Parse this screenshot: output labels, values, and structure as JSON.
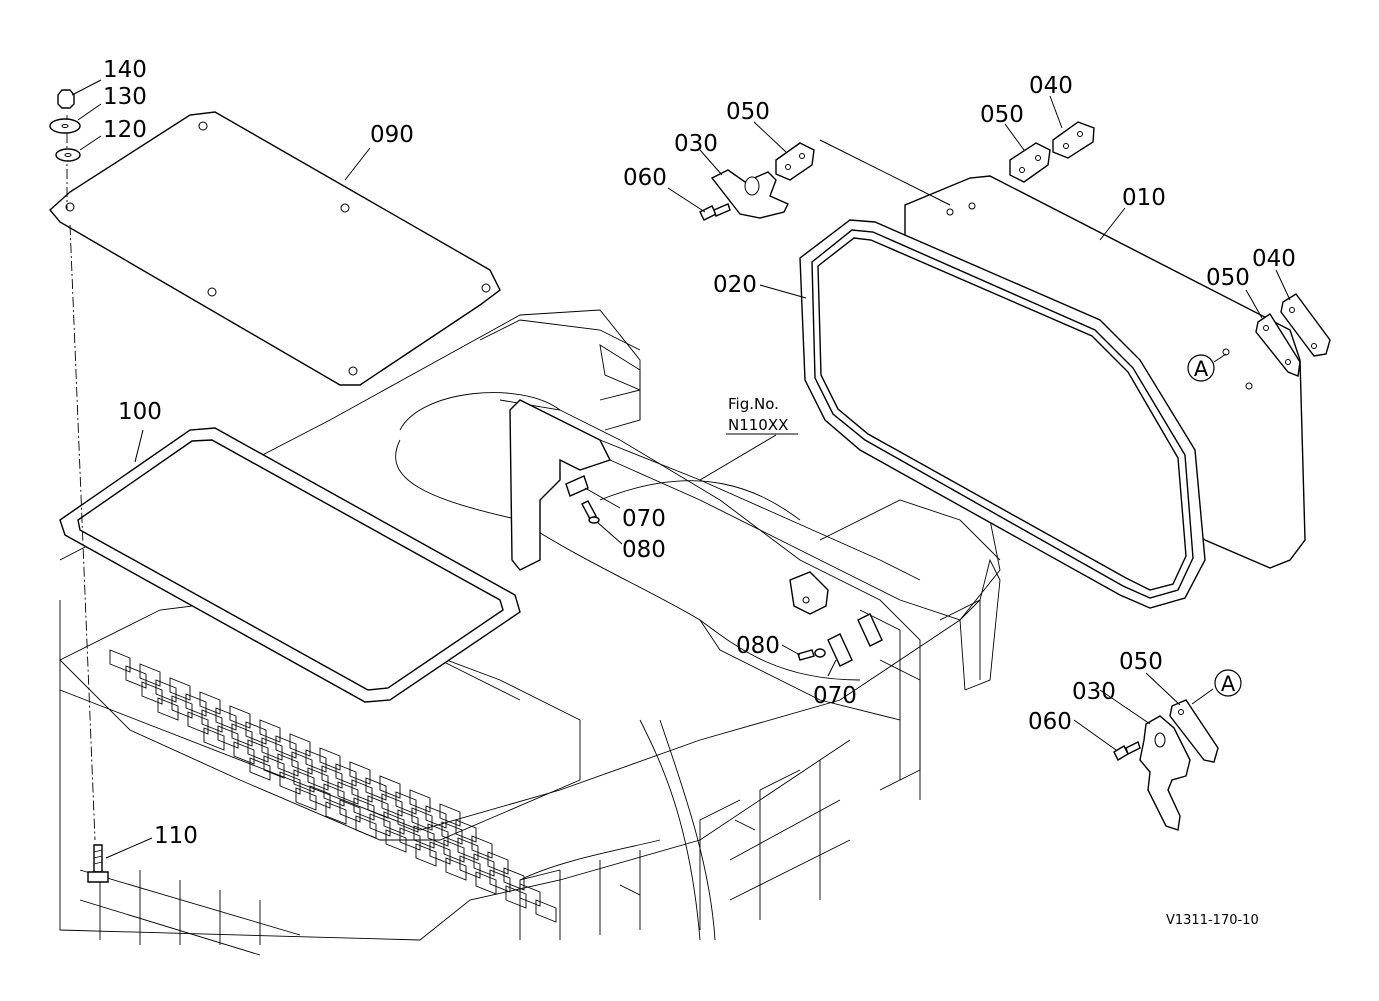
{
  "diagram": {
    "part_labels": {
      "p140": "140",
      "p130": "130",
      "p120": "120",
      "p090": "090",
      "p100": "100",
      "p110": "110",
      "p050a": "050",
      "p030a": "030",
      "p060a": "060",
      "p050b": "050",
      "p040a": "040",
      "p010": "010",
      "p020": "020",
      "p050c": "050",
      "p040b": "040",
      "p070a": "070",
      "p080a": "080",
      "p080b": "080",
      "p070b": "070",
      "p050d": "050",
      "p030b": "030",
      "p060b": "060"
    },
    "callout_a1": "A",
    "callout_a2": "A",
    "fig_ref_line1": "Fig.No.",
    "fig_ref_line2": "N110XX",
    "drawing_code": "V1311-170-10"
  }
}
